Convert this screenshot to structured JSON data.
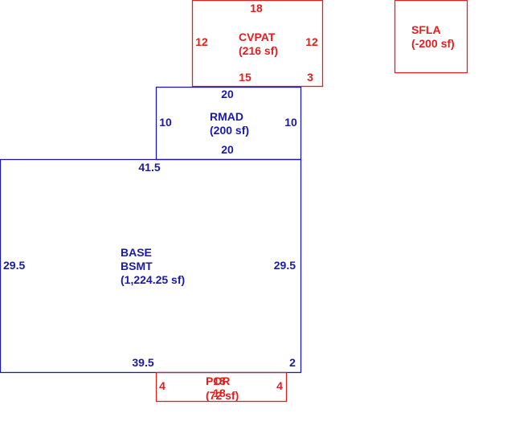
{
  "colors": {
    "blue": "#1a1aa8",
    "red": "#e01f1f"
  },
  "areas": {
    "cvpat": {
      "name": "CVPAT",
      "area": "(216 sf)",
      "top": "18",
      "left": "12",
      "right": "12",
      "bottom": "15",
      "bottom_right": "3"
    },
    "sfla": {
      "name": "SFLA",
      "area": "(-200 sf)"
    },
    "rmad": {
      "name": "RMAD",
      "area": "(200 sf)",
      "top": "20",
      "left": "10",
      "right": "10",
      "bottom": "20"
    },
    "base": {
      "name_line1": "BASE",
      "name_line2": "BSMT",
      "area": "(1,224.25 sf)",
      "top": "41.5",
      "left": "29.5",
      "right": "29.5",
      "bottom": "39.5",
      "bottom_right": "2"
    },
    "por": {
      "name": "POR",
      "area": "(72 sf)",
      "left": "4",
      "right": "4",
      "top": "18",
      "bottom": "18"
    }
  }
}
